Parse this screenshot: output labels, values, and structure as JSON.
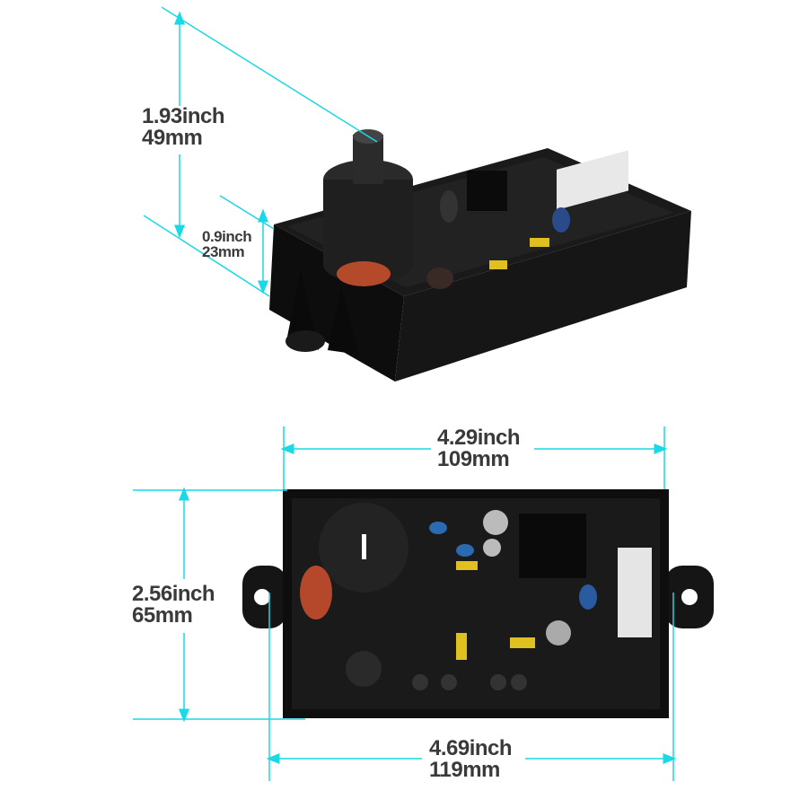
{
  "dimensions": {
    "height": {
      "inch": "1.93inch",
      "mm": "49mm"
    },
    "depth": {
      "inch": "0.9inch",
      "mm": "23mm"
    },
    "inner_width": {
      "inch": "4.29inch",
      "mm": "109mm"
    },
    "width_depth": {
      "inch": "2.56inch",
      "mm": "65mm"
    },
    "total_width": {
      "inch": "4.69inch",
      "mm": "119mm"
    }
  },
  "colors": {
    "dimension_line": "#19d9e6",
    "label": "#3a3a3a",
    "board": "#111111"
  }
}
